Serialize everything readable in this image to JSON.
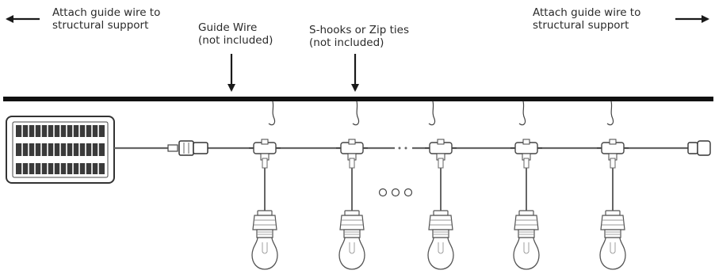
{
  "labels": {
    "left_support": {
      "line1": "Attach guide wire to",
      "line2": "structural support"
    },
    "guide_wire": {
      "line1": "Guide Wire",
      "line2": "(not included)"
    },
    "hooks": {
      "line1": "S-hooks or Zip ties",
      "line2": "(not included)"
    },
    "right_support": {
      "line1": "Attach guide wire to",
      "line2": "structural support"
    }
  },
  "diagram": {
    "bulb_count": 5,
    "continuation_dots": 3,
    "line_color": "#1a1a1a",
    "part_color": "#555555"
  }
}
